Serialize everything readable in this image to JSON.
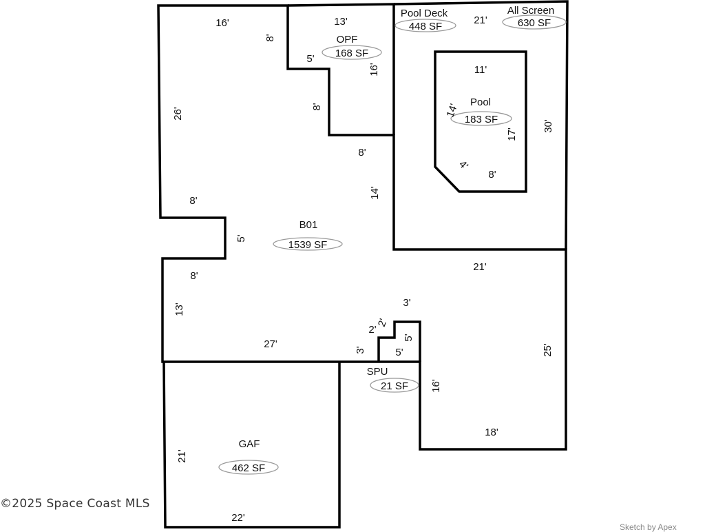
{
  "sketch": {
    "areas": [
      {
        "id": "b01",
        "code": "B01",
        "area": "1539 SF"
      },
      {
        "id": "opf",
        "code": "OPF",
        "area": "168 SF"
      },
      {
        "id": "pool-deck",
        "code": "Pool Deck",
        "area": "448 SF"
      },
      {
        "id": "all-screen",
        "code": "All Screen",
        "area": "630 SF"
      },
      {
        "id": "pool",
        "code": "Pool",
        "area": "183 SF"
      },
      {
        "id": "spu",
        "code": "SPU",
        "area": "21 SF"
      },
      {
        "id": "gaf",
        "code": "GAF",
        "area": "462 SF"
      }
    ],
    "dims": {
      "top_left_16": "16'",
      "top_left_8": "8'",
      "left_26": "26'",
      "notch_8a": "8'",
      "notch_5": "5'",
      "notch_8b": "8'",
      "left_13": "13'",
      "bottom_27": "27'",
      "opf_13": "13'",
      "opf_5": "5'",
      "opf_16": "16'",
      "opf_8": "8'",
      "mid_8": "8'",
      "mid_14": "14'",
      "deck_21": "21'",
      "right_30": "30'",
      "pool_11": "11'",
      "pool_14": "14'",
      "pool_17": "17'",
      "pool_4": "4'",
      "pool_8": "8'",
      "lower_21": "21'",
      "right_25": "25'",
      "step_3": "3'",
      "step_2a": "2'",
      "step_2b": "2'",
      "step_5v": "5'",
      "step_5h": "5'",
      "step_3v": "3'",
      "spu_16": "16'",
      "right_18": "18'",
      "gaf_21": "21'",
      "gaf_22": "22'"
    }
  },
  "footer": {
    "copyright": "©2025 Space Coast MLS",
    "sketch_credit": "Sketch by Apex"
  }
}
